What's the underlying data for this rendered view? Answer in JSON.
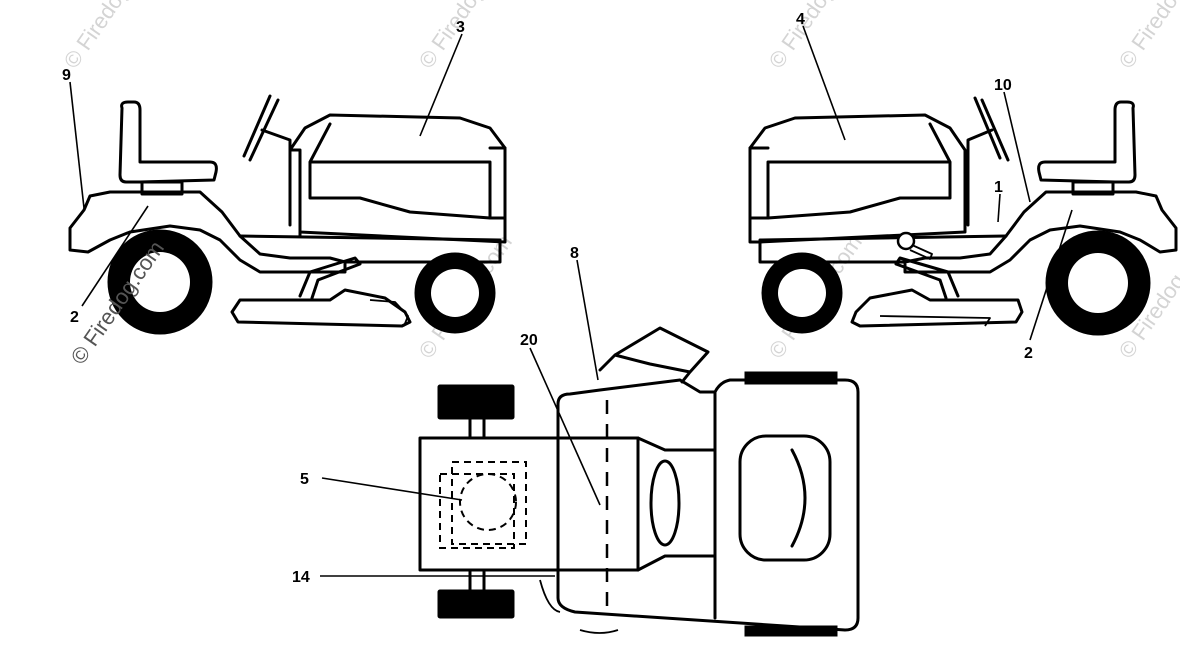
{
  "watermark": {
    "text": "© Firedog.com"
  },
  "callouts": {
    "c1": "1",
    "c2_left": "2",
    "c2_right": "2",
    "c3": "3",
    "c4": "4",
    "c5": "5",
    "c8": "8",
    "c9": "9",
    "c10": "10",
    "c14": "14",
    "c20": "20"
  },
  "colors": {
    "line": "#000000",
    "background": "#ffffff",
    "watermark": "#d4d4d4"
  }
}
